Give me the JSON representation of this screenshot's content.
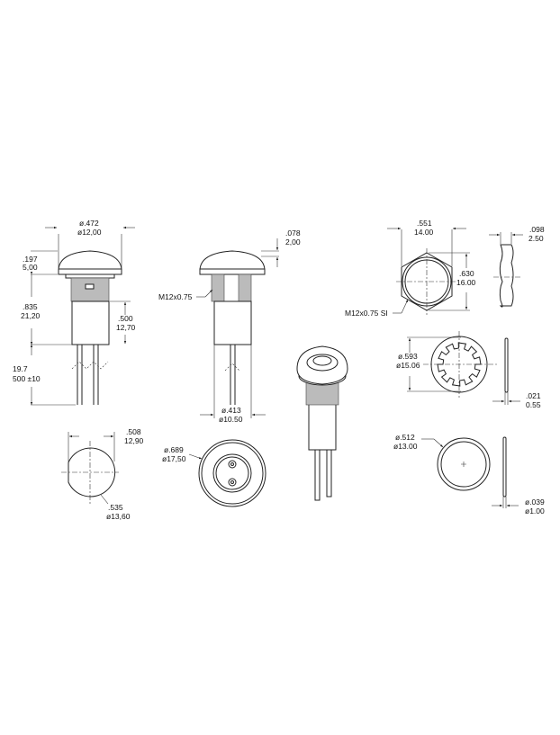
{
  "drawing": {
    "front_view": {
      "cap_diameter": [
        "ø.472",
        "ø12,00"
      ],
      "cap_height": [
        ".197",
        "5,00"
      ],
      "body_length": [
        ".835",
        "21,20"
      ],
      "lower_body_length": [
        ".500",
        "12,70"
      ],
      "lead_length": [
        "19.7",
        "500  ±10"
      ]
    },
    "side_view": {
      "flange": [
        ".078",
        "2,00"
      ],
      "thread": "M12x0.75",
      "body_diameter": [
        "ø.413",
        "ø10.50"
      ]
    },
    "nut": {
      "across_flats": [
        ".551",
        "14.00"
      ],
      "across_corners": [
        ".630",
        "16.00"
      ],
      "thread": "M12x0.75  SI",
      "thickness": [
        ".098",
        "2.50"
      ]
    },
    "star_washer": {
      "diameter": [
        "ø.593",
        "ø15.06"
      ],
      "thickness": [
        ".021",
        "0.55"
      ]
    },
    "o_ring": {
      "diameter": [
        "ø.512",
        "ø13.00"
      ],
      "thickness": [
        "ø.039",
        "ø1.00"
      ]
    },
    "top_view": {
      "flat": [
        ".508",
        "12,90"
      ],
      "diameter": [
        ".535",
        "ø13,60"
      ]
    },
    "rear_view": {
      "diameter": [
        "ø.689",
        "ø17,50"
      ]
    }
  }
}
